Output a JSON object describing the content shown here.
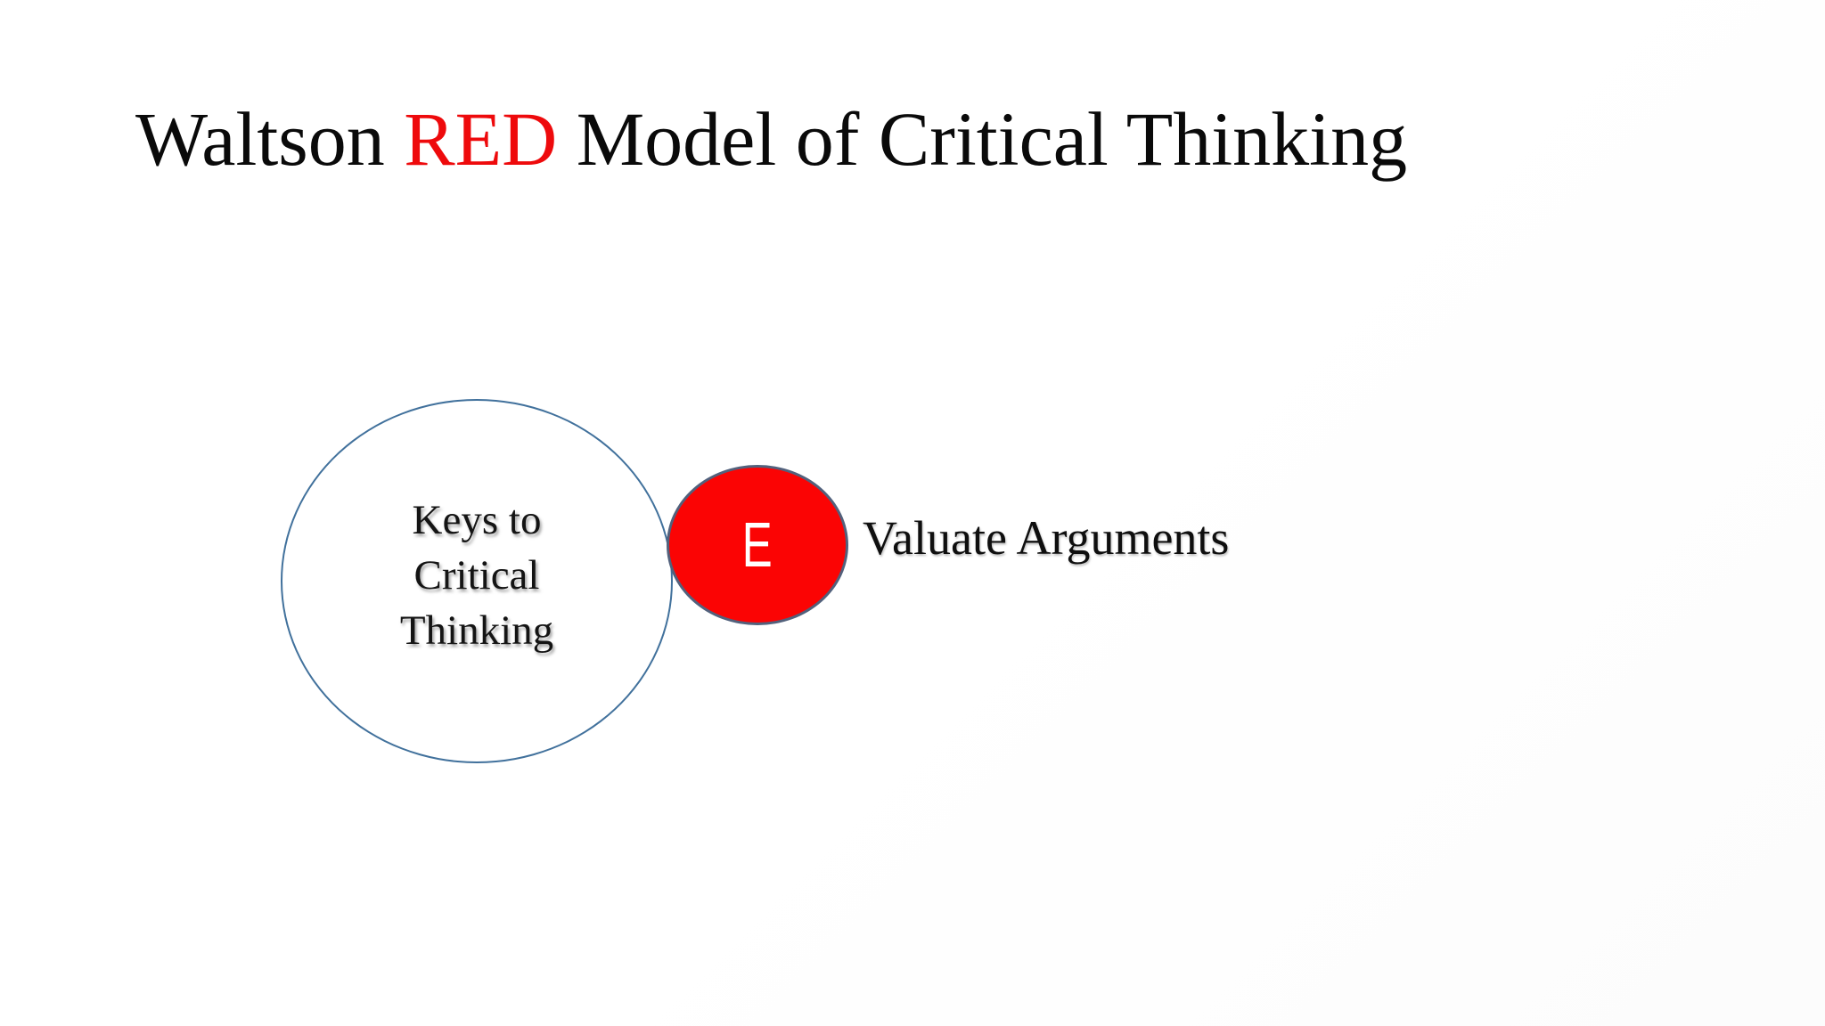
{
  "slide": {
    "title": {
      "part1": "Waltson ",
      "highlight": "RED",
      "part2": " Model of Critical Thinking"
    },
    "keys_circle": {
      "lines": [
        "Keys to",
        "Critical",
        "Thinking"
      ]
    },
    "red_node": {
      "letter": "E",
      "label": "Valuate Arguments"
    },
    "colors": {
      "highlight_red": "#ee0a0c",
      "circle_stroke": "#41719c",
      "node_fill": "#fb0404",
      "node_stroke": "#52617c"
    }
  }
}
